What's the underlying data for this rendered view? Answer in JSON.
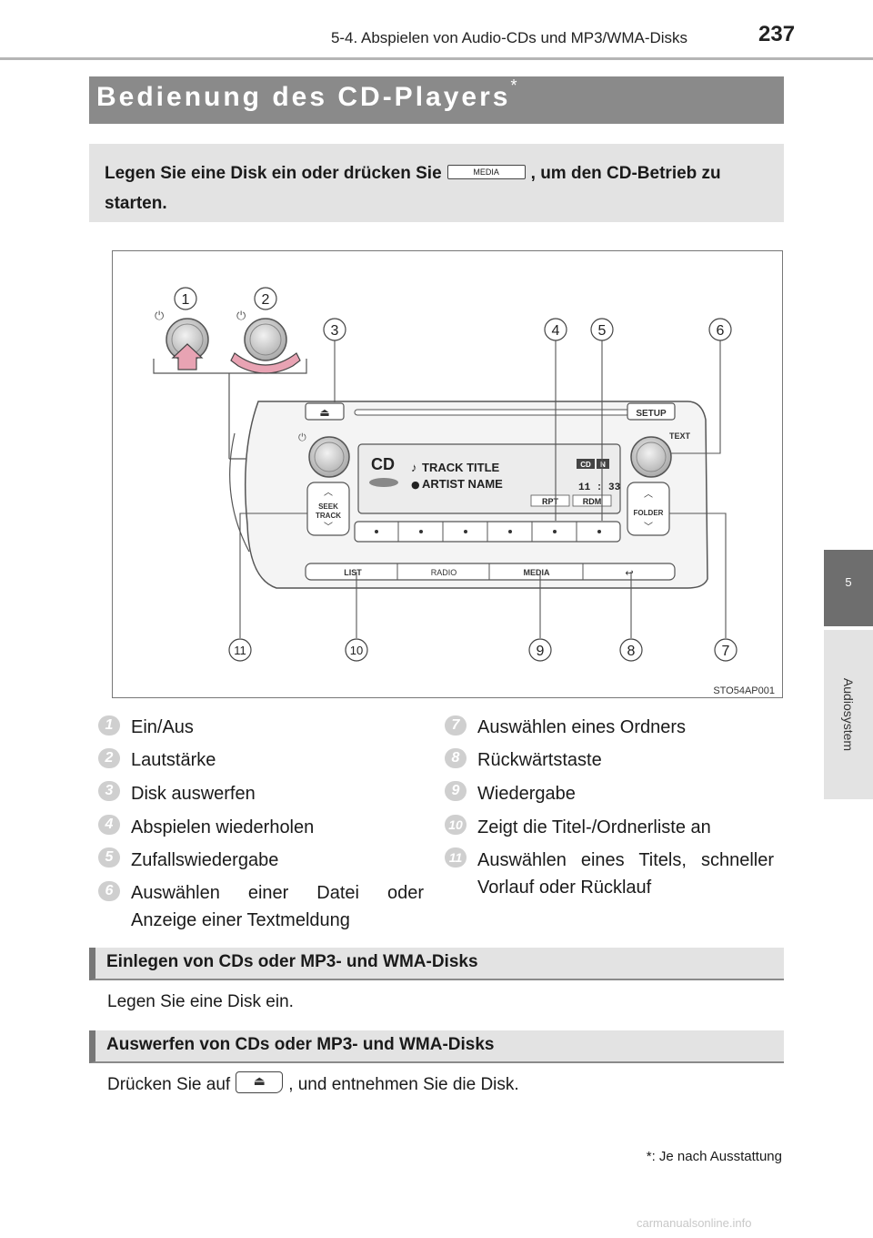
{
  "header": {
    "title": "5-4. Abspielen von Audio-CDs und MP3/WMA-Disks",
    "page_number": "237"
  },
  "side_tab": {
    "number": "5",
    "label": "Audiosystem"
  },
  "section": {
    "title": "Bedienung des CD-Players",
    "asterisk": "*"
  },
  "intro": {
    "text_before": "Legen Sie eine Disk ein oder drücken Sie",
    "button_label": "MEDIA",
    "text_after": ", um den CD-Betrieb zu starten."
  },
  "figure": {
    "code": "STO54AP001",
    "callouts": [
      "1",
      "2",
      "3",
      "4",
      "5",
      "6",
      "7",
      "8",
      "9",
      "10",
      "11"
    ],
    "screen": {
      "cd_label": "CD",
      "track_title": "TRACK TITLE",
      "artist_name": "ARTIST NAME",
      "cd_badge": "CD",
      "n_badge": "N",
      "time": "11 : 33",
      "rpt": "RPT",
      "rdm": "RDM"
    },
    "buttons": {
      "setup": "SETUP",
      "text": "TEXT",
      "seek": "SEEK",
      "track": "TRACK",
      "folder": "FOLDER",
      "list": "LIST",
      "radio": "RADIO",
      "media": "MEDIA"
    }
  },
  "legend": {
    "left": [
      {
        "num": "1",
        "text": "Ein/Aus"
      },
      {
        "num": "2",
        "text": "Lautstärke"
      },
      {
        "num": "3",
        "text": "Disk auswerfen"
      },
      {
        "num": "4",
        "text": "Abspielen wiederholen"
      },
      {
        "num": "5",
        "text": "Zufallswiedergabe"
      },
      {
        "num": "6",
        "text_line1": "Auswählen einer Datei oder",
        "text_line2": "Anzeige einer Textmeldung"
      }
    ],
    "right": [
      {
        "num": "7",
        "text": "Auswählen eines Ordners"
      },
      {
        "num": "8",
        "text": "Rückwärtstaste"
      },
      {
        "num": "9",
        "text": "Wiedergabe"
      },
      {
        "num": "10",
        "text": "Zeigt die Titel-/Ordnerliste an"
      },
      {
        "num": "11",
        "text_line1": "Auswählen eines Titels, schneller",
        "text_line2": "Vorlauf oder Rücklauf"
      }
    ]
  },
  "insert_section": {
    "title": "Einlegen von CDs oder MP3- und WMA-Disks",
    "text": "Legen Sie eine Disk ein."
  },
  "eject_section": {
    "title": "Auswerfen von CDs oder MP3- und WMA-Disks",
    "text_before": "Drücken Sie auf",
    "text_after": ", und entnehmen Sie die Disk."
  },
  "footnote": {
    "marker": "*",
    "text": ": Je nach Ausstattung"
  },
  "watermark": "carmanualsonline.info"
}
